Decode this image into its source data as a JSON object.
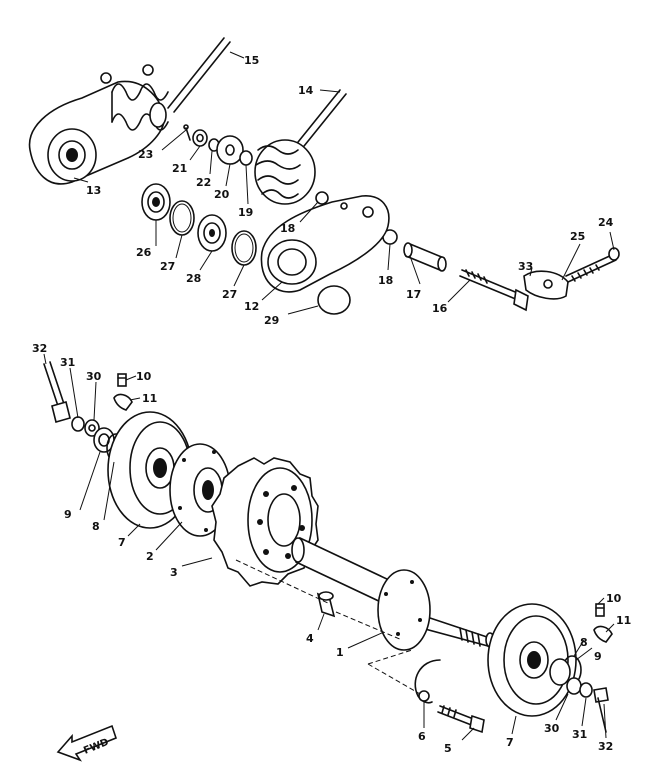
{
  "callouts": [
    "1",
    "2",
    "3",
    "4",
    "5",
    "6",
    "7",
    "8",
    "9",
    "10",
    "11",
    "12",
    "13",
    "14",
    "15",
    "16",
    "17",
    "18",
    "19",
    "20",
    "21",
    "22",
    "23",
    "24",
    "25",
    "26",
    "27",
    "28",
    "29",
    "30",
    "31",
    "32",
    "33"
  ],
  "figure": {
    "front_marker": "FWD"
  }
}
